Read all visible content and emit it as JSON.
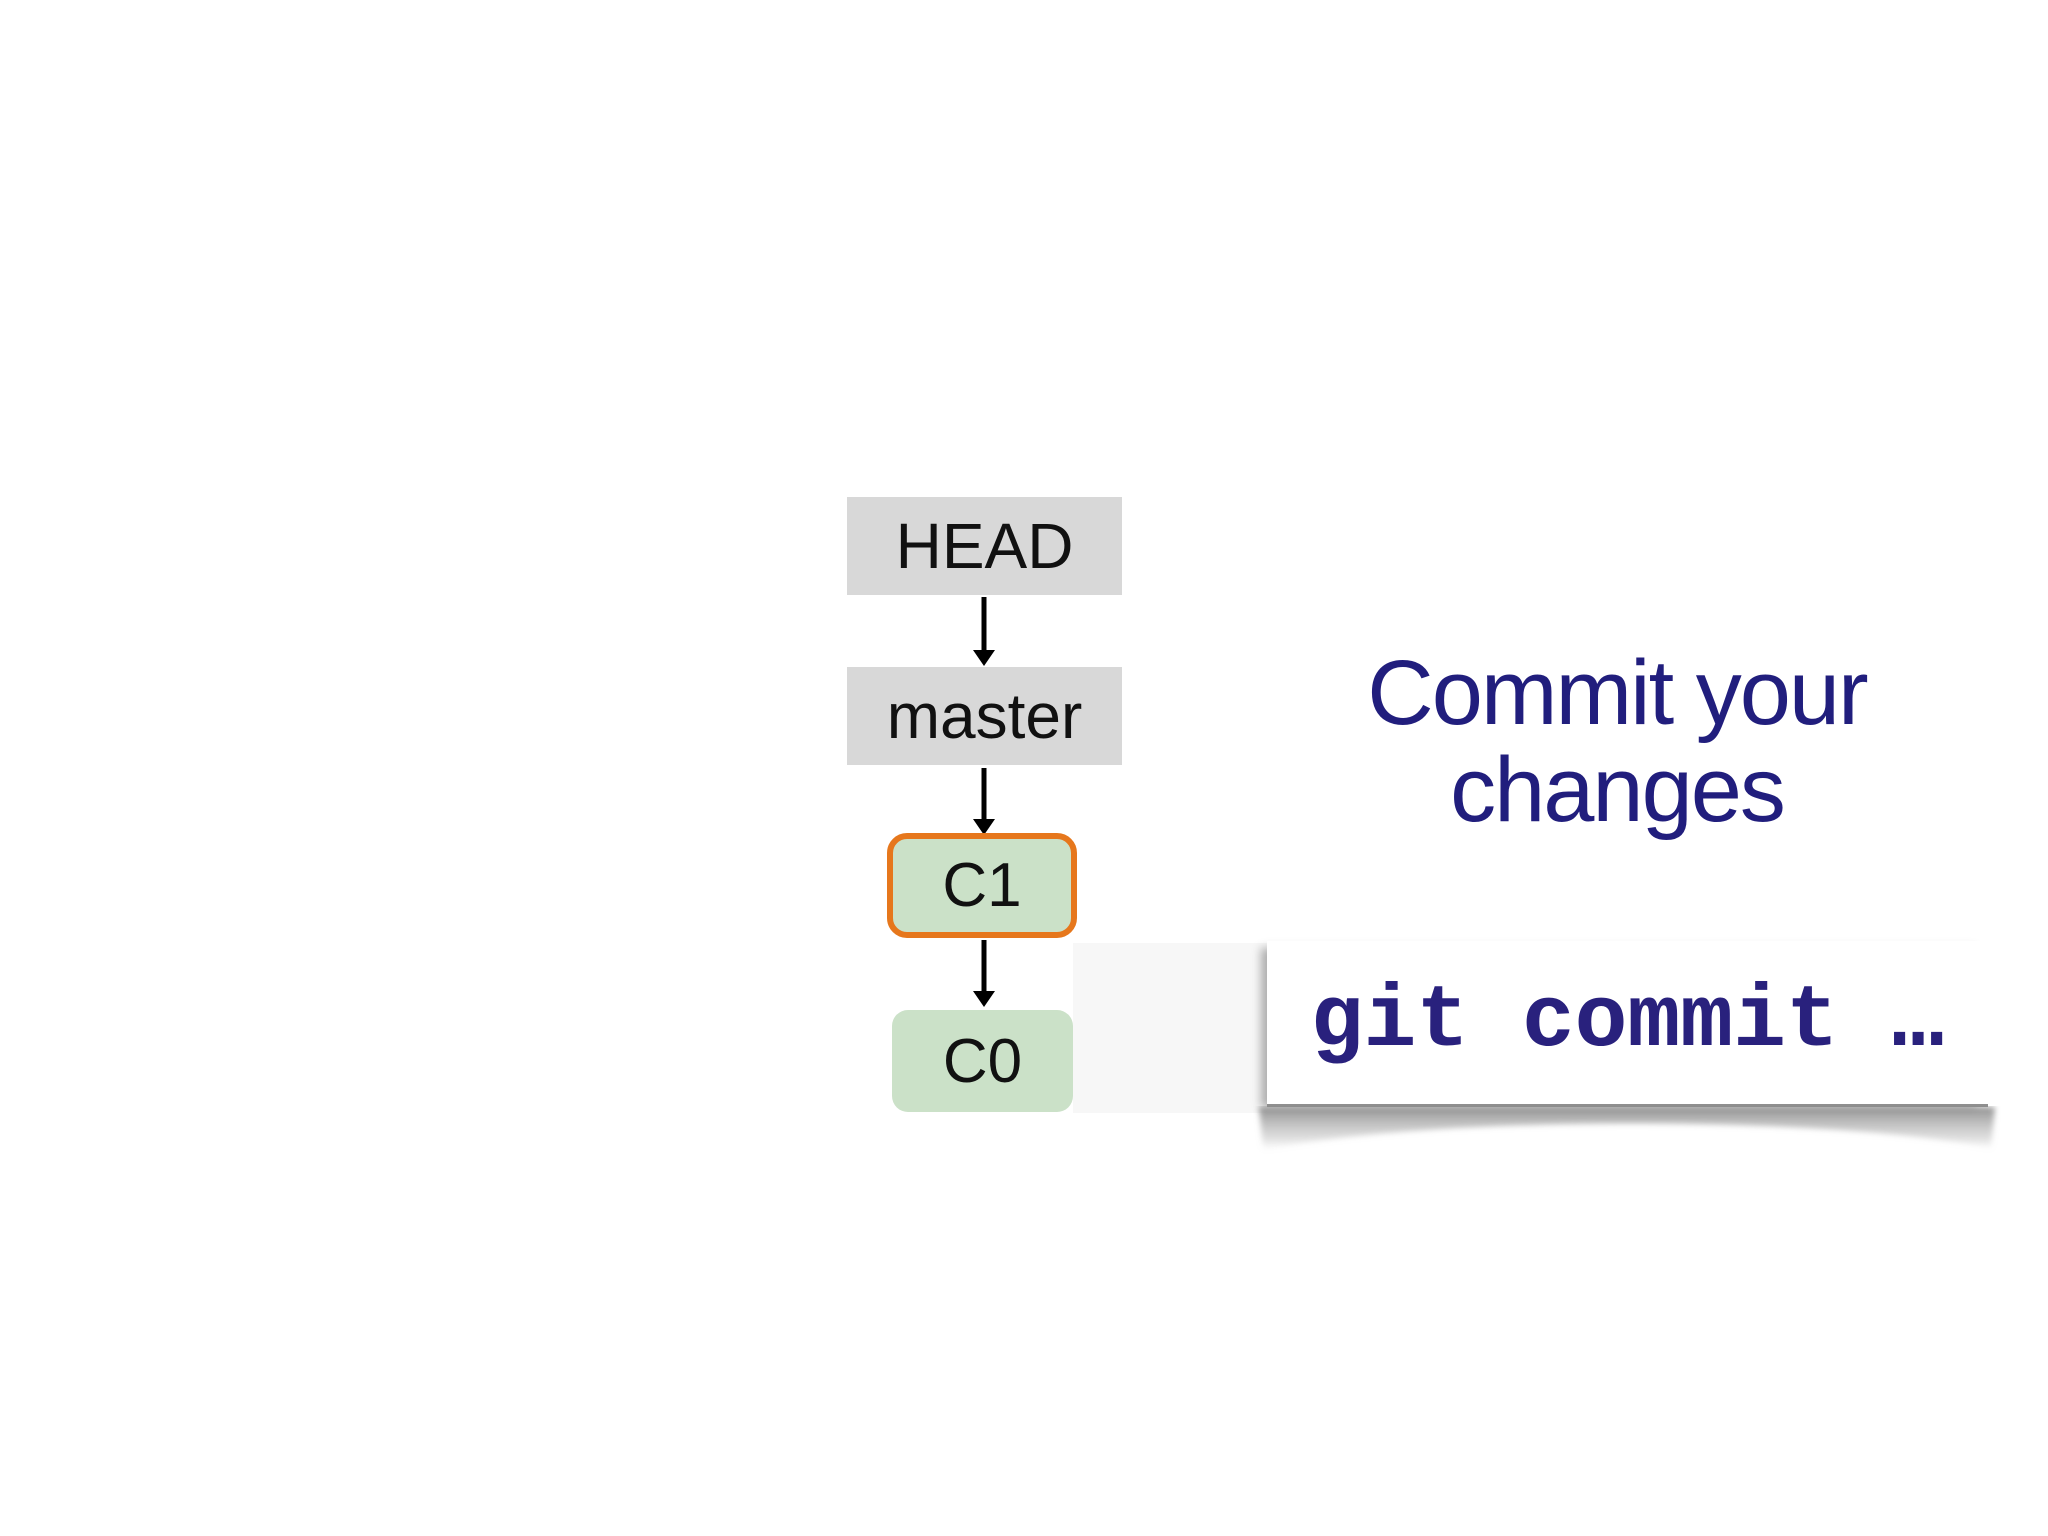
{
  "slide": {
    "kind": "presentation-slide"
  },
  "diagram": {
    "nodes": [
      {
        "id": "HEAD",
        "label": "HEAD",
        "kind": "pointer",
        "highlighted": false
      },
      {
        "id": "master",
        "label": "master",
        "kind": "branch",
        "highlighted": false
      },
      {
        "id": "C1",
        "label": "C1",
        "kind": "commit",
        "highlighted": true
      },
      {
        "id": "C0",
        "label": "C0",
        "kind": "commit",
        "highlighted": false
      }
    ],
    "edges": [
      {
        "from": "HEAD",
        "to": "master"
      },
      {
        "from": "master",
        "to": "C1"
      },
      {
        "from": "C1",
        "to": "C0"
      }
    ]
  },
  "headline": {
    "text": "Commit your changes",
    "lines": [
      "Commit your",
      "changes"
    ]
  },
  "command_card": {
    "command": "git commit …"
  },
  "colors": {
    "slide-bg": "#ffffff",
    "ref-box-fill": "#d8d8d8",
    "commit-box-fill": "#cbe1c8",
    "highlight-border": "#e6771c",
    "node-text": "#111111",
    "arrow": "#000000",
    "headline-text": "#211e7d",
    "command-text": "#29217d",
    "card-bg": "#ffffff",
    "card-backdrop-bg": "#f7f7f7"
  }
}
